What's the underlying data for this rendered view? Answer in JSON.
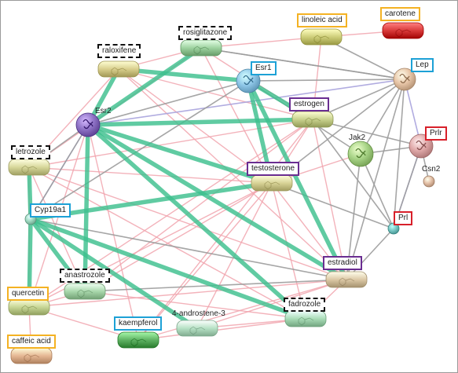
{
  "nodes": [
    {
      "id": "rosiglitazone",
      "label": "rosiglitazone",
      "kind": "drug",
      "color": "#9ed3a0",
      "highlight": "dashed-black"
    },
    {
      "id": "raloxifene",
      "label": "raloxifene",
      "kind": "drug",
      "color": "#d9cf8d",
      "highlight": "dashed-black"
    },
    {
      "id": "linoleic_acid",
      "label": "linoleic acid",
      "kind": "drug",
      "color": "#cfcf7a",
      "highlight": "orange"
    },
    {
      "id": "carotene",
      "label": "carotene",
      "kind": "drug",
      "color": "#d93a3a",
      "highlight": "orange"
    },
    {
      "id": "Esr1",
      "label": "Esr1",
      "kind": "protein",
      "color": "#8fc7e8",
      "highlight": "blue"
    },
    {
      "id": "Lep",
      "label": "Lep",
      "kind": "protein",
      "color": "#e8c6a8",
      "highlight": "blue"
    },
    {
      "id": "Esr2",
      "label": "Esr2",
      "kind": "protein",
      "color": "#8f73c6",
      "highlight": "none"
    },
    {
      "id": "estrogen",
      "label": "estrogen",
      "kind": "drug",
      "color": "#c9d28e",
      "highlight": "purple"
    },
    {
      "id": "Jak2",
      "label": "Jak2",
      "kind": "protein",
      "color": "#a8d487",
      "highlight": "none"
    },
    {
      "id": "Prlr",
      "label": "Prlr",
      "kind": "protein",
      "color": "#e0a9a9",
      "highlight": "red"
    },
    {
      "id": "Csn2",
      "label": "Csn2",
      "kind": "protein",
      "color": "#e3bfa6",
      "highlight": "none"
    },
    {
      "id": "letrozole",
      "label": "letrozole",
      "kind": "drug",
      "color": "#d7d79a",
      "highlight": "dashed-black"
    },
    {
      "id": "testosterone",
      "label": "testosterone",
      "kind": "drug",
      "color": "#d9d497",
      "highlight": "purple"
    },
    {
      "id": "Cyp19a1",
      "label": "Cyp19a1",
      "kind": "protein",
      "color": "#9fd8c0",
      "highlight": "blue"
    },
    {
      "id": "Prl",
      "label": "Prl",
      "kind": "protein",
      "color": "#78c7c4",
      "highlight": "red"
    },
    {
      "id": "estradiol",
      "label": "estradiol",
      "kind": "drug",
      "color": "#dcc9a6",
      "highlight": "purple"
    },
    {
      "id": "quercetin",
      "label": "quercetin",
      "kind": "drug",
      "color": "#c8d796",
      "highlight": "orange"
    },
    {
      "id": "anastrozole",
      "label": "anastrozole",
      "kind": "drug",
      "color": "#a9d8ac",
      "highlight": "dashed-black"
    },
    {
      "id": "androstene",
      "label": "4-androstene-3",
      "kind": "drug",
      "color": "#b7e2c6",
      "highlight": "none"
    },
    {
      "id": "fadrozole",
      "label": "fadrozole",
      "kind": "drug",
      "color": "#a9dcb7",
      "highlight": "dashed-black"
    },
    {
      "id": "kaempferol",
      "label": "kaempferol",
      "kind": "drug",
      "color": "#5fb263",
      "highlight": "blue"
    },
    {
      "id": "caffeic_acid",
      "label": "caffeic acid",
      "kind": "drug",
      "color": "#e6b895",
      "highlight": "orange"
    }
  ],
  "edges": [
    {
      "a": "raloxifene",
      "b": "Esr2",
      "type": "green"
    },
    {
      "a": "raloxifene",
      "b": "Esr1",
      "type": "green"
    },
    {
      "a": "rosiglitazone",
      "b": "Esr2",
      "type": "green"
    },
    {
      "a": "Esr1",
      "b": "testosterone",
      "type": "green"
    },
    {
      "a": "Esr1",
      "b": "estradiol",
      "type": "green"
    },
    {
      "a": "Esr1",
      "b": "estrogen",
      "type": "green"
    },
    {
      "a": "Esr2",
      "b": "estrogen",
      "type": "green"
    },
    {
      "a": "Esr2",
      "b": "testosterone",
      "type": "green"
    },
    {
      "a": "Esr2",
      "b": "estradiol",
      "type": "green"
    },
    {
      "a": "Esr2",
      "b": "fadrozole",
      "type": "green"
    },
    {
      "a": "Esr2",
      "b": "anastrozole",
      "type": "green"
    },
    {
      "a": "letrozole",
      "b": "Cyp19a1",
      "type": "green"
    },
    {
      "a": "Cyp19a1",
      "b": "anastrozole",
      "type": "green"
    },
    {
      "a": "Cyp19a1",
      "b": "androstene",
      "type": "green"
    },
    {
      "a": "Cyp19a1",
      "b": "fadrozole",
      "type": "green"
    },
    {
      "a": "Cyp19a1",
      "b": "testosterone",
      "type": "green"
    },
    {
      "a": "Cyp19a1",
      "b": "quercetin",
      "type": "green"
    },
    {
      "a": "Cyp19a1",
      "b": "estradiol",
      "type": "gray"
    },
    {
      "a": "Esr1",
      "b": "Esr2",
      "type": "gray"
    },
    {
      "a": "Esr1",
      "b": "Lep",
      "type": "gray"
    },
    {
      "a": "Esr1",
      "b": "Cyp19a1",
      "type": "gray"
    },
    {
      "a": "Lep",
      "b": "estrogen",
      "type": "gray"
    },
    {
      "a": "Lep",
      "b": "Jak2",
      "type": "gray"
    },
    {
      "a": "Lep",
      "b": "estradiol",
      "type": "gray"
    },
    {
      "a": "Lep",
      "b": "testosterone",
      "type": "gray"
    },
    {
      "a": "Lep",
      "b": "rosiglitazone",
      "type": "gray"
    },
    {
      "a": "Lep",
      "b": "linoleic_acid",
      "type": "gray"
    },
    {
      "a": "Lep",
      "b": "Prl",
      "type": "gray"
    },
    {
      "a": "Jak2",
      "b": "Prlr",
      "type": "gray"
    },
    {
      "a": "Jak2",
      "b": "Prl",
      "type": "gray"
    },
    {
      "a": "Jak2",
      "b": "estradiol",
      "type": "gray"
    },
    {
      "a": "Jak2",
      "b": "Esr1",
      "type": "gray"
    },
    {
      "a": "Prlr",
      "b": "Prl",
      "type": "gray"
    },
    {
      "a": "Prlr",
      "b": "Csn2",
      "type": "gray"
    },
    {
      "a": "Prlr",
      "b": "estrogen",
      "type": "gray"
    },
    {
      "a": "Prl",
      "b": "estrogen",
      "type": "gray"
    },
    {
      "a": "Prl",
      "b": "estradiol",
      "type": "gray"
    },
    {
      "a": "Prl",
      "b": "testosterone",
      "type": "gray"
    },
    {
      "a": "Esr2",
      "b": "Cyp19a1",
      "type": "gray"
    },
    {
      "a": "estradiol",
      "b": "anastrozole",
      "type": "gray"
    },
    {
      "a": "letrozole",
      "b": "Esr2",
      "type": "gray"
    },
    {
      "a": "rosiglitazone",
      "b": "Lep",
      "type": "gray"
    },
    {
      "a": "Lep",
      "b": "Prlr",
      "type": "purple"
    },
    {
      "a": "Esr2",
      "b": "Lep",
      "type": "purple"
    },
    {
      "a": "Cyp19a1",
      "b": "Esr2",
      "type": "purple"
    },
    {
      "a": "Prlr",
      "b": "Prl",
      "type": "purple"
    },
    {
      "a": "rosiglitazone",
      "b": "linoleic_acid",
      "type": "pink"
    },
    {
      "a": "linoleic_acid",
      "b": "carotene",
      "type": "pink"
    },
    {
      "a": "raloxifene",
      "b": "letrozole",
      "type": "pink"
    },
    {
      "a": "raloxifene",
      "b": "rosiglitazone",
      "type": "pink"
    },
    {
      "a": "raloxifene",
      "b": "estrogen",
      "type": "pink"
    },
    {
      "a": "raloxifene",
      "b": "testosterone",
      "type": "pink"
    },
    {
      "a": "rosiglitazone",
      "b": "letrozole",
      "type": "pink"
    },
    {
      "a": "rosiglitazone",
      "b": "estrogen",
      "type": "pink"
    },
    {
      "a": "estrogen",
      "b": "letrozole",
      "type": "pink"
    },
    {
      "a": "estrogen",
      "b": "testosterone",
      "type": "pink"
    },
    {
      "a": "estrogen",
      "b": "estradiol",
      "type": "pink"
    },
    {
      "a": "estrogen",
      "b": "quercetin",
      "type": "pink"
    },
    {
      "a": "estrogen",
      "b": "kaempferol",
      "type": "pink"
    },
    {
      "a": "estrogen",
      "b": "anastrozole",
      "type": "pink"
    },
    {
      "a": "letrozole",
      "b": "testosterone",
      "type": "pink"
    },
    {
      "a": "letrozole",
      "b": "estradiol",
      "type": "pink"
    },
    {
      "a": "letrozole",
      "b": "anastrozole",
      "type": "pink"
    },
    {
      "a": "letrozole",
      "b": "fadrozole",
      "type": "pink"
    },
    {
      "a": "testosterone",
      "b": "estradiol",
      "type": "pink"
    },
    {
      "a": "testosterone",
      "b": "quercetin",
      "type": "pink"
    },
    {
      "a": "testosterone",
      "b": "kaempferol",
      "type": "pink"
    },
    {
      "a": "testosterone",
      "b": "anastrozole",
      "type": "pink"
    },
    {
      "a": "testosterone",
      "b": "androstene",
      "type": "pink"
    },
    {
      "a": "testosterone",
      "b": "fadrozole",
      "type": "pink"
    },
    {
      "a": "estradiol",
      "b": "quercetin",
      "type": "pink"
    },
    {
      "a": "estradiol",
      "b": "kaempferol",
      "type": "pink"
    },
    {
      "a": "estradiol",
      "b": "fadrozole",
      "type": "pink"
    },
    {
      "a": "quercetin",
      "b": "caffeic_acid",
      "type": "pink"
    },
    {
      "a": "quercetin",
      "b": "anastrozole",
      "type": "pink"
    },
    {
      "a": "quercetin",
      "b": "kaempferol",
      "type": "pink"
    },
    {
      "a": "anastrozole",
      "b": "fadrozole",
      "type": "pink"
    },
    {
      "a": "androstene",
      "b": "fadrozole",
      "type": "pink"
    },
    {
      "a": "androstene",
      "b": "estradiol",
      "type": "pink"
    },
    {
      "a": "kaempferol",
      "b": "fadrozole",
      "type": "pink"
    },
    {
      "a": "Esr2",
      "b": "quercetin",
      "type": "pink"
    },
    {
      "a": "Esr2",
      "b": "kaempferol",
      "type": "pink"
    },
    {
      "a": "raloxifene",
      "b": "estradiol",
      "type": "pink"
    },
    {
      "a": "rosiglitazone",
      "b": "testosterone",
      "type": "pink"
    },
    {
      "a": "linoleic_acid",
      "b": "estrogen",
      "type": "pink"
    },
    {
      "a": "letrozole",
      "b": "quercetin",
      "type": "pink"
    },
    {
      "a": "Jak2",
      "b": "testosterone",
      "type": "pink"
    }
  ],
  "edge_colors": {
    "green": "#3dbf8e",
    "gray": "#9c9c9c",
    "purple": "#a9a3dd",
    "pink": "#f1a5ae"
  },
  "highlight_colors": {
    "dashed-black": "#111111",
    "orange": "#f4b223",
    "blue": "#1da1d6",
    "purple": "#6a2d91",
    "red": "#d8202a"
  }
}
